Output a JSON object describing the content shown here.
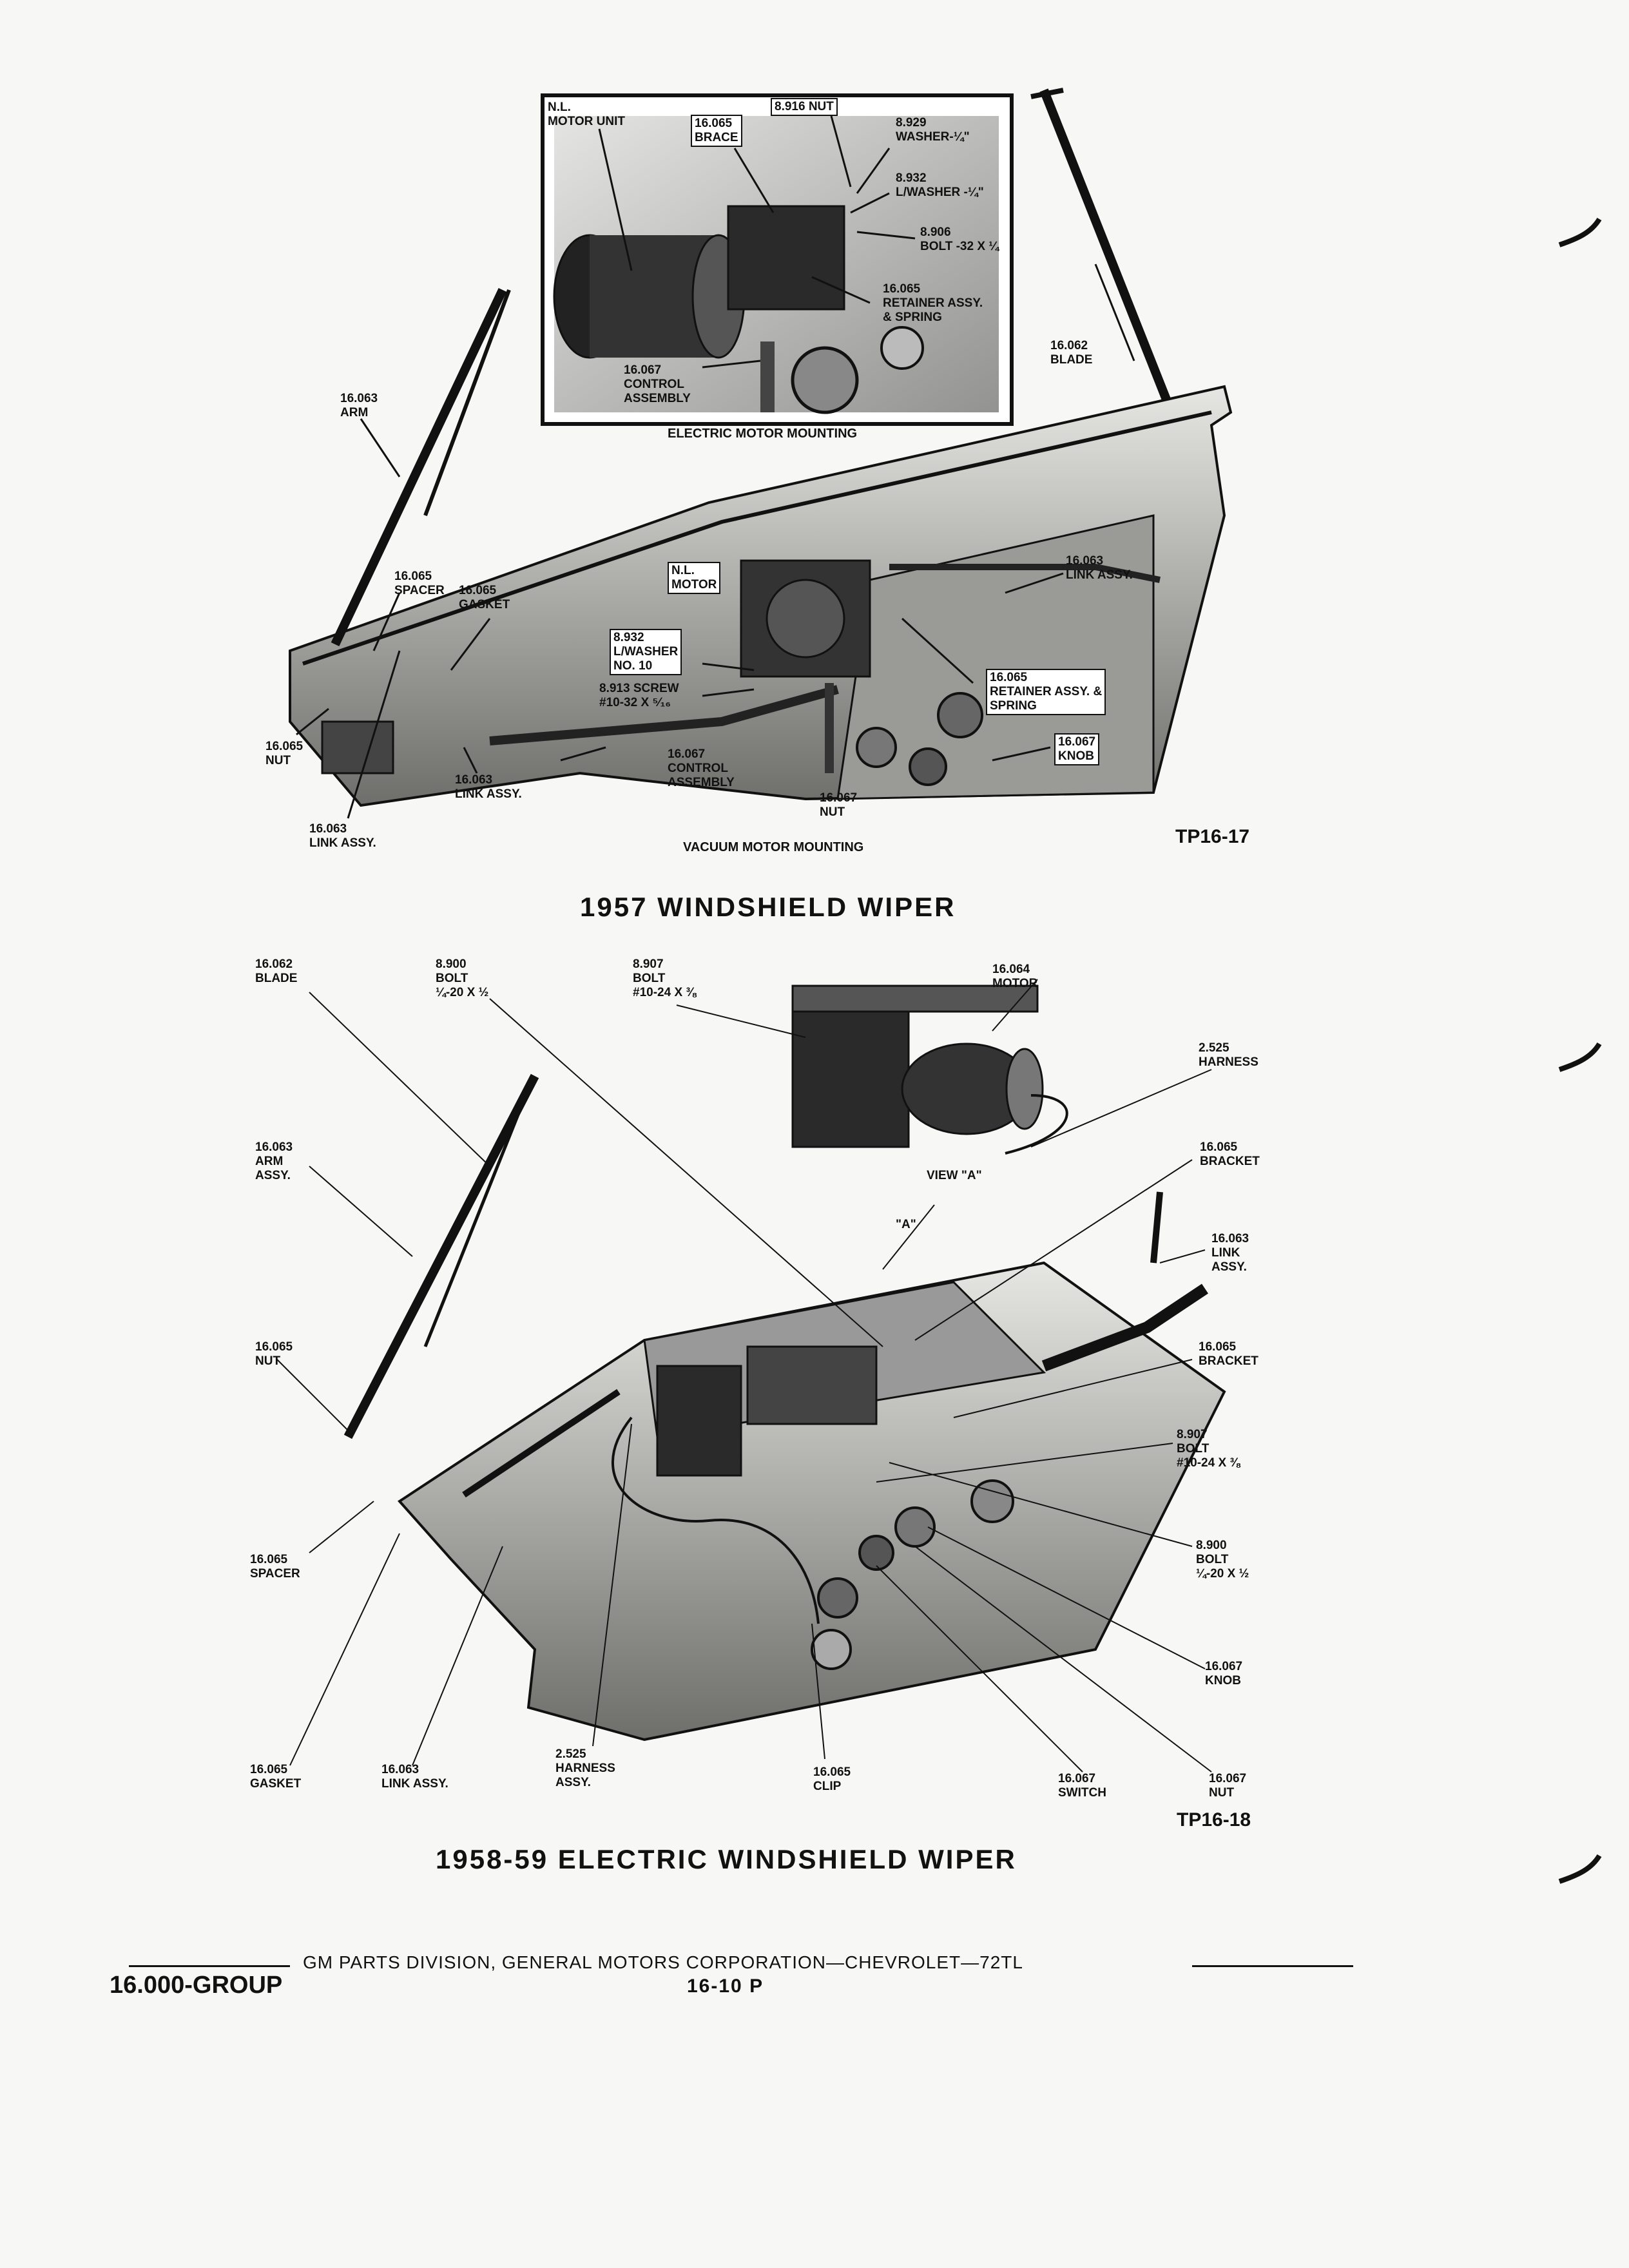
{
  "diagram_1957": {
    "title": "1957 WINDSHIELD WIPER",
    "figure_code": "TP16-17",
    "inset_caption": "ELECTRIC MOTOR MOUNTING",
    "main_caption": "VACUUM MOTOR MOUNTING",
    "inset_callouts": [
      {
        "lines": [
          "N.L.",
          "MOTOR UNIT"
        ]
      },
      {
        "lines": [
          "16.065",
          "BRACE"
        ]
      },
      {
        "lines": [
          "8.916 NUT"
        ]
      },
      {
        "lines": [
          "8.929",
          "WASHER-¼\""
        ]
      },
      {
        "lines": [
          "8.932",
          "L/WASHER -¼\""
        ]
      },
      {
        "lines": [
          "8.906",
          "BOLT -32 x ¼"
        ]
      },
      {
        "lines": [
          "16.065",
          "RETAINER ASSY.",
          "& SPRING"
        ]
      },
      {
        "lines": [
          "16.067",
          "CONTROL",
          "ASSEMBLY"
        ]
      }
    ],
    "callouts": [
      {
        "lines": [
          "16.062",
          "BLADE"
        ]
      },
      {
        "lines": [
          "16.063",
          "ARM"
        ]
      },
      {
        "lines": [
          "16.063",
          "LINK ASSY."
        ]
      },
      {
        "lines": [
          "N.L.",
          "MOTOR"
        ]
      },
      {
        "lines": [
          "16.065",
          "SPACER"
        ]
      },
      {
        "lines": [
          "16.065",
          "GASKET"
        ]
      },
      {
        "lines": [
          "8.932",
          "L/WASHER",
          "NO. 10"
        ]
      },
      {
        "lines": [
          "8.913 SCREW",
          "#10-32 x ⁵⁄₁₆"
        ]
      },
      {
        "lines": [
          "16.065",
          "RETAINER ASSY. &",
          "SPRING"
        ]
      },
      {
        "lines": [
          "16.067",
          "KNOB"
        ]
      },
      {
        "lines": [
          "16.065",
          "NUT"
        ]
      },
      {
        "lines": [
          "16.063",
          "LINK ASSY."
        ]
      },
      {
        "lines": [
          "16.067",
          "CONTROL",
          "ASSEMBLY"
        ]
      },
      {
        "lines": [
          "16.067",
          "NUT"
        ]
      },
      {
        "lines": [
          "16.063",
          "LINK ASSY."
        ]
      }
    ]
  },
  "diagram_1958": {
    "title": "1958-59  ELECTRIC  WINDSHIELD  WIPER",
    "figure_code": "TP16-18",
    "view_caption": "VIEW \"A\"",
    "view_marker": "\"A\"",
    "callouts": [
      {
        "lines": [
          "16.062",
          "BLADE"
        ]
      },
      {
        "lines": [
          "8.900",
          "BOLT",
          "¼-20 x ½"
        ]
      },
      {
        "lines": [
          "8.907",
          "BOLT",
          "#10-24 x ⅜"
        ]
      },
      {
        "lines": [
          "16.064",
          "MOTOR"
        ]
      },
      {
        "lines": [
          "2.525",
          "HARNESS"
        ]
      },
      {
        "lines": [
          "16.063",
          "ARM",
          "ASSY."
        ]
      },
      {
        "lines": [
          "16.065",
          "BRACKET"
        ]
      },
      {
        "lines": [
          "16.063",
          "LINK",
          "ASSY."
        ]
      },
      {
        "lines": [
          "16.065",
          "NUT"
        ]
      },
      {
        "lines": [
          "16.065",
          "BRACKET"
        ]
      },
      {
        "lines": [
          "8.907",
          "BOLT",
          "#10-24 x ⅜"
        ]
      },
      {
        "lines": [
          "8.900",
          "BOLT",
          "¼-20 x ½"
        ]
      },
      {
        "lines": [
          "16.065",
          "SPACER"
        ]
      },
      {
        "lines": [
          "16.067",
          "KNOB"
        ]
      },
      {
        "lines": [
          "16.065",
          "GASKET"
        ]
      },
      {
        "lines": [
          "16.063",
          "LINK ASSY."
        ]
      },
      {
        "lines": [
          "2.525",
          "HARNESS",
          "ASSY."
        ]
      },
      {
        "lines": [
          "16.065",
          "CLIP"
        ]
      },
      {
        "lines": [
          "16.067",
          "SWITCH"
        ]
      },
      {
        "lines": [
          "16.067",
          "NUT"
        ]
      }
    ]
  },
  "footer": {
    "division_line": "GM PARTS DIVISION, GENERAL MOTORS CORPORATION—CHEVROLET—72TL",
    "group": "16.000-GROUP",
    "page": "16-10 P"
  },
  "colors": {
    "ink": "#111111",
    "paper": "#f7f7f5",
    "shade": "#7a7a7a"
  }
}
